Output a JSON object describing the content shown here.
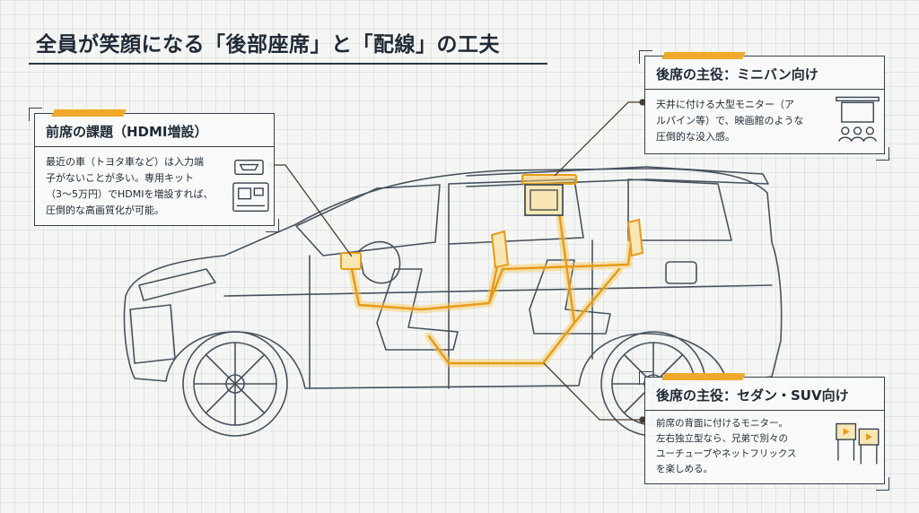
{
  "title": "全員が笑顔になる「後部座席」と「配線」の工夫",
  "front": {
    "heading": "前席の課題（HDMI増設）",
    "body": "最近の車（トヨタ車など）は入力端\n子がないことが多い。専用キット\n（3〜5万円）でHDMIを増設すれば、\n圧倒的な高画質化が可能。"
  },
  "minivan": {
    "heading": "後席の主役：ミニバン向け",
    "body": "天井に付ける大型モニター（ア\nルパイン等）で、映画館のような\n圧倒的な没入感。"
  },
  "sedan": {
    "heading": "後席の主役：セダン・SUV向け",
    "body": "前席の背面に付けるモニター。\n左右独立型なら、兄弟で別々の\nユーチューブやネットフリックス\nを楽しめる。"
  },
  "colors": {
    "accent": "#f0a92a",
    "line": "#34404d",
    "glow": "#f7c85a"
  }
}
